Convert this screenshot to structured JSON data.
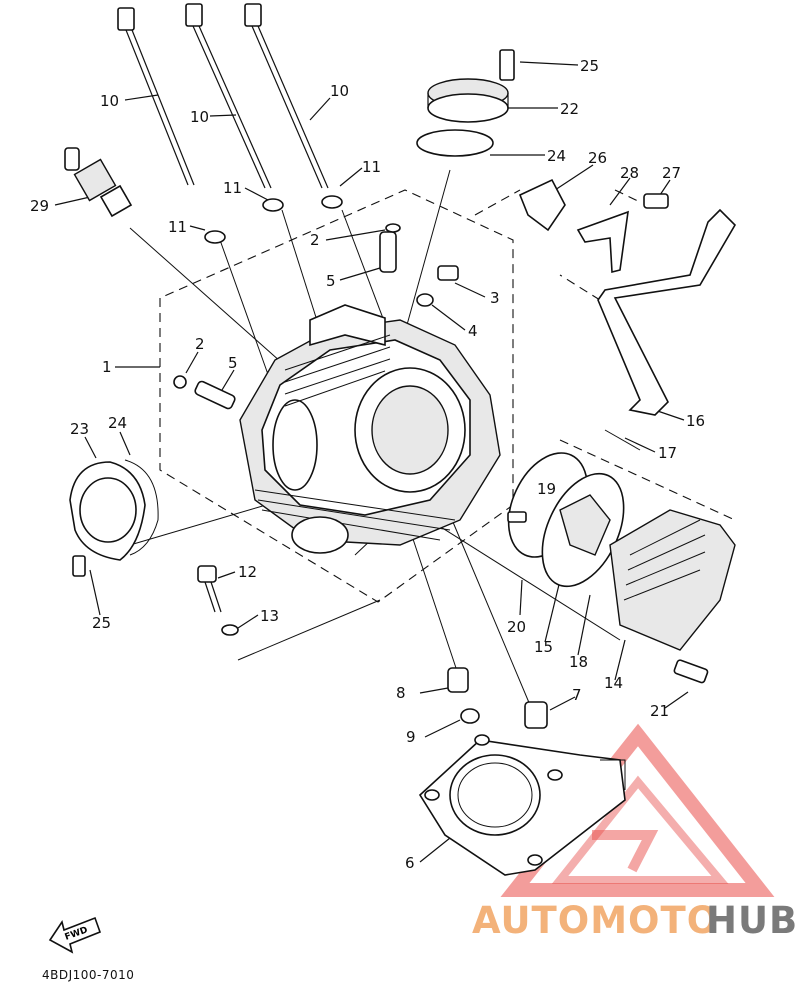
{
  "callouts": [
    {
      "id": "c25a",
      "label": "25"
    },
    {
      "id": "c22",
      "label": "22"
    },
    {
      "id": "c24a",
      "label": "24"
    },
    {
      "id": "c10a",
      "label": "10"
    },
    {
      "id": "c10b",
      "label": "10"
    },
    {
      "id": "c10c",
      "label": "10"
    },
    {
      "id": "c11a",
      "label": "11"
    },
    {
      "id": "c11b",
      "label": "11"
    },
    {
      "id": "c11c",
      "label": "11"
    },
    {
      "id": "c29",
      "label": "29"
    },
    {
      "id": "c26",
      "label": "26"
    },
    {
      "id": "c28",
      "label": "28"
    },
    {
      "id": "c27",
      "label": "27"
    },
    {
      "id": "c2a",
      "label": "2"
    },
    {
      "id": "c5a",
      "label": "5"
    },
    {
      "id": "c3",
      "label": "3"
    },
    {
      "id": "c4",
      "label": "4"
    },
    {
      "id": "c1",
      "label": "1"
    },
    {
      "id": "c2b",
      "label": "2"
    },
    {
      "id": "c5b",
      "label": "5"
    },
    {
      "id": "c23",
      "label": "23"
    },
    {
      "id": "c24b",
      "label": "24"
    },
    {
      "id": "c16",
      "label": "16"
    },
    {
      "id": "c17",
      "label": "17"
    },
    {
      "id": "c19",
      "label": "19"
    },
    {
      "id": "c12",
      "label": "12"
    },
    {
      "id": "c13",
      "label": "13"
    },
    {
      "id": "c25b",
      "label": "25"
    },
    {
      "id": "c20",
      "label": "20"
    },
    {
      "id": "c15",
      "label": "15"
    },
    {
      "id": "c18",
      "label": "18"
    },
    {
      "id": "c14",
      "label": "14"
    },
    {
      "id": "c21",
      "label": "21"
    },
    {
      "id": "c8",
      "label": "8"
    },
    {
      "id": "c7",
      "label": "7"
    },
    {
      "id": "c9",
      "label": "9"
    },
    {
      "id": "c6",
      "label": "6"
    }
  ],
  "fwd_label": "FWD",
  "drawing_code": "4BDJ100-7010",
  "watermark": {
    "part1": "AUTOMOTO",
    "part2": "HUB",
    "color1": "#f3b27a",
    "color2": "#7a7a7a",
    "triangle_color": "#e53935"
  }
}
